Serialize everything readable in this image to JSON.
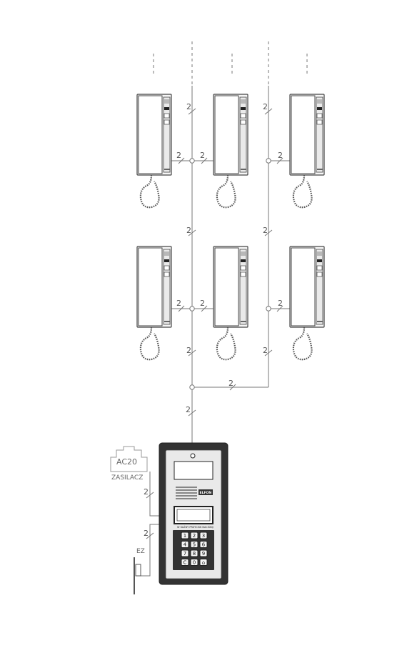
{
  "diagram": {
    "wire_count_label": "2",
    "power_supply": {
      "model": "AC20",
      "name": "ZASILACZ"
    },
    "door_lock_label": "EZ",
    "panel": {
      "brand": "ELFON",
      "display_caption": "W KAŻDY PRZYCISK NACIŚNIJ",
      "keypad": [
        "1",
        "2",
        "3",
        "4",
        "5",
        "6",
        "7",
        "8",
        "9",
        "C",
        "0",
        "⌂"
      ]
    },
    "colors": {
      "line": "#777777",
      "outline": "#444444",
      "panel": "#333333"
    }
  }
}
